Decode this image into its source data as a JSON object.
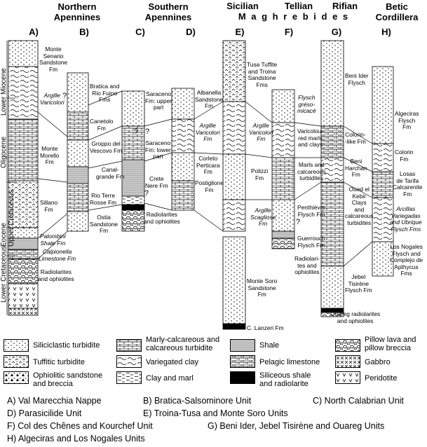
{
  "headers": {
    "northern": "Northern\nApennines",
    "southern": "Southern\nApennines",
    "sicilian": "Sicilian",
    "tellian": "Tellian",
    "rifian": "Rifian",
    "betic": "Betic\nCordillera",
    "maghrebides": "M a g h r e b i d e s"
  },
  "columns": [
    "A)",
    "B)",
    "C)",
    "D)",
    "E)",
    "F)",
    "G)",
    "H)"
  ],
  "ages": [
    "Lower Miocene",
    "Oligocene",
    "Eocene",
    "Upper Cretaceous",
    "Lower Cretaceous"
  ],
  "formations": {
    "a_senario": "Monte\nSenario\nSandstone\nFm",
    "a_varicolori": "Argille\nVaricolori",
    "a_morello": "Monte\nMorello\nFm",
    "a_sillano": "Sillano\nFm",
    "a_palombini": "Palombini\nShale Fm",
    "a_calpionella": "Calpionella\nLimestone Fm",
    "a_radiolarites": "Radiolarites\nand ophiolites",
    "b_bratica": "Bratica and\nRio Fuino\nFms",
    "b_canetolo": "Canetolo\nFm",
    "b_groppo": "Groppo del\nVescovo Fm",
    "b_canalgrande": "Canal-\ngrande Fm",
    "b_rioterre": "Rio Terre\nRosse Fm",
    "b_ostia": "Ostia\nSandstone\nFm",
    "c_saraceno_up": "Saraceno\nFm: upper\npart",
    "c_saraceno_low": "Saraceno\nFm: lower\npart",
    "c_crete": "Crete\nNere Fm",
    "c_radiolarites": "Radiolarites\nand ophiolites",
    "d_albanella": "Albanella\nSandstone\nFm",
    "d_varicolori": "Argille\nVaricolori\nFm",
    "d_corleto": "Corleto\nPerticara\nFm",
    "d_postiglione": "Postiglione\nFm",
    "e_tusa": "Tusa Tuffite\nand Troina\nSandstone\nFms",
    "e_varicolori": "Argille\nVaricolori\nFm",
    "e_polizzi": "Polizzi\nFm",
    "e_scagliose": "Argille\nScagliose\nFm",
    "e_monte_soro": "Monte Soro\nSandstone\nFm",
    "e_lanzeri": "C. Lanzeri Fm",
    "f_flysch": "Flysch\ngréso-\nmicacé",
    "f_varicoloured": "Varicolou-\nred marls\nand clays",
    "f_marls": "Marls and\ncalcareous\nturbidites",
    "f_penthievre": "Penthièvre\nFlysch Fm",
    "f_guerrouch": "Guerrouch\nFlysch Fm",
    "f_radiolarites": "Radiolari-\ntes and\nophiolites",
    "g_beni_ider": "Beni Ider\nFlysch",
    "g_colorin": "Colorin-\n-like Fm",
    "g_beni_harchan": "Beni\nHarchan\nFm",
    "g_oued": "Oued el\nKebir\nClays\nand\ncalcareous\nturbidites",
    "g_jebel": "Jebel\nTisirène\nFlysch Fm",
    "g_ouareg": "Ouareg radiolarites\nand ophiolites",
    "h_algeciras": "Algeciras\nFlysch\nFm",
    "h_colorin": "Colorin\nFm",
    "h_losas": "Losas\nde Tarifa\nCalcarenite\nFm",
    "h_arcillas": "Arcillas\nVariegadas\nand Ubrique\nFlysch Fms",
    "h_nogales": "Los Nogales\nFlysch and\nComplejo de\nApthycus\nFms"
  },
  "question_mark": "?",
  "legend": {
    "siliciclastic": "Siliciclastic turbidite",
    "tuffitic": "Tuffitic turbidite",
    "ophiolitic": "Ophiolitic sandstone\nand breccia",
    "marly": "Marly-calcareous and\ncalcareous turbidite",
    "variegated": "Variegated clay",
    "clay_marl": "Clay and marl",
    "shale": "Shale",
    "pelagic": "Pelagic limestone",
    "siliceous": "Siliceous shale\nand radiolarite",
    "pillow": "Pillow lava and\npillow breccia",
    "gabbro": "Gabbro",
    "peridotite": "Peridotite"
  },
  "units": {
    "a": "A) Val Marecchia Nappe",
    "b": "B) Bratica-Salsominore Unit",
    "c": "C) North Calabrian Unit",
    "d": "D) Parasicilide Unit",
    "e": "E) Troina-Tusa and Monte Soro Units",
    "f": "F) Col des Chênes and Kourchef Unit",
    "g": "G) Beni Ider, Jebel Tisirène and Ouareg Units",
    "h": "H) Algeciras and Los Nogales Units"
  }
}
